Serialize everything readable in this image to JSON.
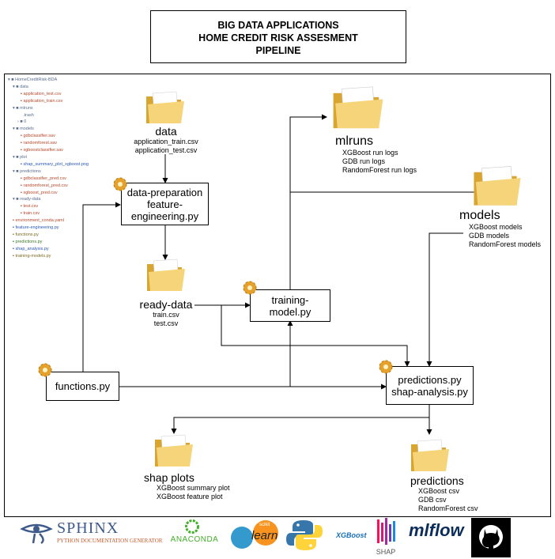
{
  "title": {
    "line1": "BIG DATA APPLICATIONS",
    "line2": "HOME CREDIT RISK ASSESMENT",
    "line3": "PIPELINE"
  },
  "explorer": {
    "root": "HomeCreditRisk-BDA",
    "items": [
      "data",
      "application_test.csv",
      "application_train.csv",
      "mlruns",
      ".trash",
      "0",
      "models",
      "gdbclassifier.sav",
      "randomforest.sav",
      "xgboostclassifier.sav",
      "plot",
      "shap_summary_plot_xgboost.png",
      "predictions",
      "gdbclassifier_pred.csv",
      "randomforest_pred.csv",
      "xgboost_pred.csv",
      "ready-data",
      "test.csv",
      "train.csv",
      "environment_conda.yaml",
      "feature-engineering.py",
      "functions.py",
      "predictions.py",
      "shap_analysis.py",
      "training-models.py"
    ]
  },
  "nodes": {
    "data": {
      "label": "data",
      "files": [
        "application_train.csv",
        "application_test.csv"
      ]
    },
    "prep": {
      "line1": "data-preparation",
      "line2": "feature-",
      "line3": "engineering.py"
    },
    "ready": {
      "label": "ready-data",
      "files": [
        "train.csv",
        "test.csv"
      ]
    },
    "training": {
      "line1": "training-",
      "line2": "model.py"
    },
    "mlruns": {
      "label": "mlruns",
      "files": [
        "XGBoost run logs",
        "GDB run logs",
        "RandomForest run logs"
      ]
    },
    "models": {
      "label": "models",
      "files": [
        "XGBoost models",
        "GDB models",
        "RandomForest models"
      ]
    },
    "functions": {
      "label": "functions.py"
    },
    "predict": {
      "line1": "predictions.py",
      "line2": "shap-analysis.py"
    },
    "shap": {
      "label": "shap plots",
      "files": [
        "XGBoost summary plot",
        "XGBoost feature plot"
      ]
    },
    "predictions": {
      "label": "predictions",
      "files": [
        "XGBoost csv",
        "GDB csv",
        "RandomForest csv"
      ]
    }
  },
  "logos": {
    "sphinx": "SPHINX",
    "sphinx_sub": "PYTHON DOCUMENTATION GENERATOR",
    "anaconda": "ANACONDA",
    "sklearn": "learn",
    "sklearn_prefix": "scikit",
    "xgboost": "XGBoost",
    "shap": "SHAP",
    "mlflow": "mlflow"
  },
  "colors": {
    "folder_light": "#f6d57a",
    "folder_dark": "#d9a531",
    "gear": "#e6a12c",
    "anaconda_green": "#43b02a",
    "sklearn_orange": "#f7931e",
    "sklearn_blue": "#3499cd",
    "python_blue": "#3776ab",
    "python_yellow": "#ffd43b",
    "xgboost_blue": "#1a6fb5",
    "shap_pink": "#ff0d57"
  }
}
